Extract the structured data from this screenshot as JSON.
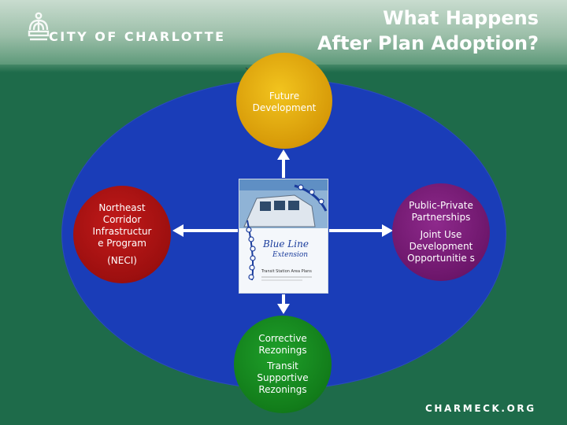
{
  "header": {
    "org_name": "CITY OF CHARLOTTE",
    "title_line1": "What Happens",
    "title_line2": "After Plan Adoption?"
  },
  "diagram": {
    "top_node": {
      "label": "Future Development"
    },
    "left_node": {
      "label_main": "Northeast Corridor Infrastructur e Program",
      "label_sub": "(NECI)"
    },
    "right_node": {
      "label_main": "Public-Private Partnerships",
      "label_sub": "Joint Use Development Opportunitie s"
    },
    "bottom_node": {
      "label_main": "Corrective Rezonings",
      "label_sub": "Transit Supportive Rezonings"
    },
    "center_image": {
      "title_line1": "Blue Line",
      "title_line2": "Extension",
      "subtitle": "Transit Station Area Plans"
    }
  },
  "footer": {
    "site": "CHARMECK.ORG"
  },
  "colors": {
    "background": "#1e6b4a",
    "ellipse": "#1a3db8",
    "top_node": "#e0a80f",
    "left_node": "#a01010",
    "right_node": "#711871",
    "bottom_node": "#158020",
    "arrows": "#ffffff"
  },
  "icons": {
    "logo": "crown-icon"
  }
}
